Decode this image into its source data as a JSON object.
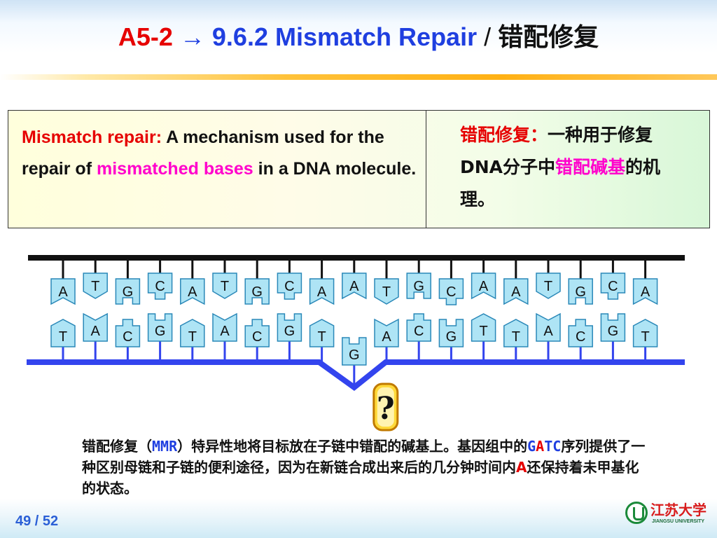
{
  "title": {
    "code": "A5-2",
    "arrow": "→",
    "section": "9.6.2",
    "name": "Mismatch Repair",
    "sep": "/",
    "zh": "错配修复"
  },
  "definition_en": {
    "term": "Mismatch repair:",
    "part1": "A mechanism used for the repair of",
    "hl1": "mismatched bases",
    "part2": "in a DNA molecule."
  },
  "definition_zh": {
    "term": "错配修复：",
    "part1": "一种用于修复DNA分子中",
    "hl1": "错配碱基",
    "part2": "的机理。"
  },
  "dna": {
    "top_strand": [
      "A",
      "T",
      "G",
      "C",
      "A",
      "T",
      "G",
      "C",
      "A",
      "A",
      "T",
      "G",
      "C",
      "A",
      "A",
      "T",
      "G",
      "C",
      "A"
    ],
    "bottom_strand": [
      "T",
      "A",
      "C",
      "G",
      "T",
      "A",
      "C",
      "G",
      "T",
      "G",
      "A",
      "C",
      "G",
      "T",
      "T",
      "A",
      "C",
      "G",
      "T"
    ],
    "mismatch_index": 9,
    "question_mark": "?",
    "colors": {
      "top_strand": "#111111",
      "bottom_strand": "#3344ee",
      "base_fill": "#aee4f5",
      "base_stroke": "#2a88b8"
    }
  },
  "caption": {
    "t1": "错配修复（",
    "mmr": "MMR",
    "t2": "）特异性地将目标放在子链中错配的碱基上。基因组中的",
    "g": "G",
    "a": "A",
    "tc": "TC",
    "t3": "序列提供了一种区别母链和子链的便利途径，因为在新链合成出来后的几分钟时间内",
    "a2": "A",
    "t4": "还保持着未甲基化的状态。"
  },
  "footer": {
    "page": "49 / 52",
    "logo_cn": "江苏大学",
    "logo_en": "JIANGSU UNIVERSITY"
  }
}
